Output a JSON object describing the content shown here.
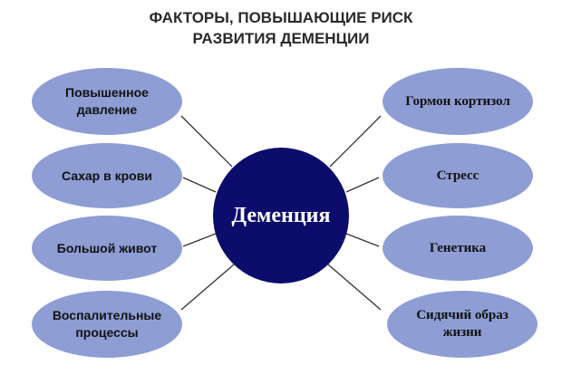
{
  "title": {
    "line1": "ФАКТОРЫ, ПОВЫШАЮЩИЕ РИСК",
    "line2": "РАЗВИТИЯ ДЕМЕНЦИИ"
  },
  "center": "Деменция",
  "left_factors": [
    "Повышенное давление",
    "Сахар в крови",
    "Большой живот",
    "Воспалительные процессы"
  ],
  "right_factors": [
    "Гормон кортизол",
    "Стресс",
    "Генетика",
    "Сидячий образ жизни"
  ],
  "colors": {
    "ellipse": "#8e9dd4",
    "center": "#0c0c6c",
    "line": "#333333"
  }
}
